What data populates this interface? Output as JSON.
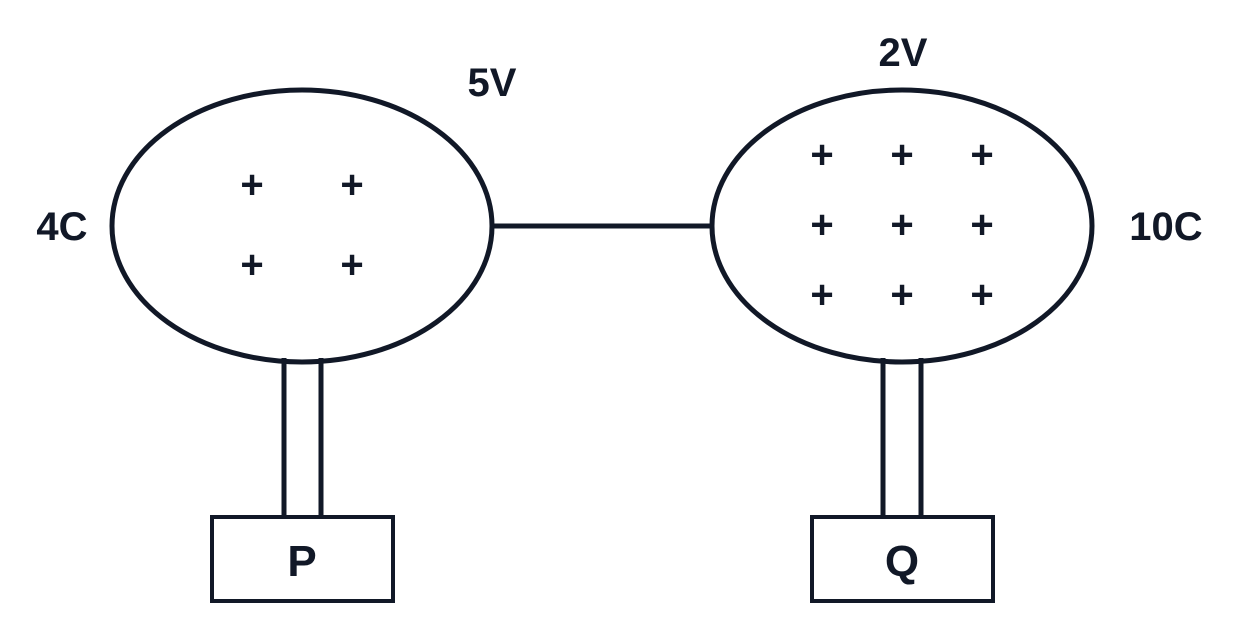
{
  "colors": {
    "stroke": "#111827",
    "background": "#ffffff"
  },
  "sphere_left": {
    "charge_label": "4C",
    "potential_label": "5V",
    "plus_count": 4,
    "plus_symbol": "+"
  },
  "sphere_right": {
    "charge_label": "10C",
    "potential_label": "2V",
    "plus_count": 9,
    "plus_symbol": "+"
  },
  "stand_left": {
    "label": "P"
  },
  "stand_right": {
    "label": "Q"
  }
}
